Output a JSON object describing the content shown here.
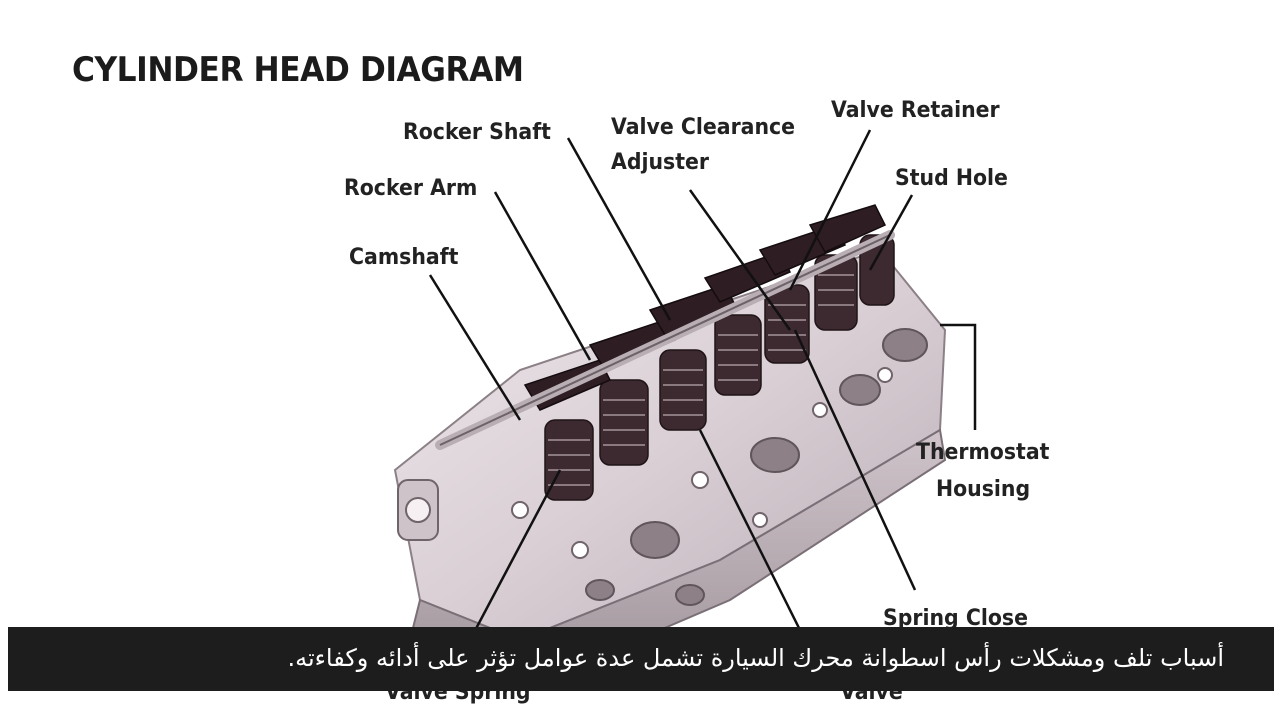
{
  "title": "CYLINDER HEAD DIAGRAM",
  "labels": {
    "rocker_shaft": "Rocker Shaft",
    "valve_clearance_line1": "Valve Clearance",
    "valve_clearance_line2": "Adjuster",
    "valve_retainer": "Valve Retainer",
    "stud_hole": "Stud Hole",
    "rocker_arm": "Rocker Arm",
    "camshaft": "Camshaft",
    "thermostat_line1": "Thermostat",
    "thermostat_line2": "Housing",
    "spring_close": "Spring Close",
    "valve_spring": "Valve Spring",
    "valve": "Valve"
  },
  "caption": "أسباب تلف ومشكلات رأس اسطوانة محرك السيارة تشمل عدة عوامل تؤثر على أدائه وكفاءته."
}
